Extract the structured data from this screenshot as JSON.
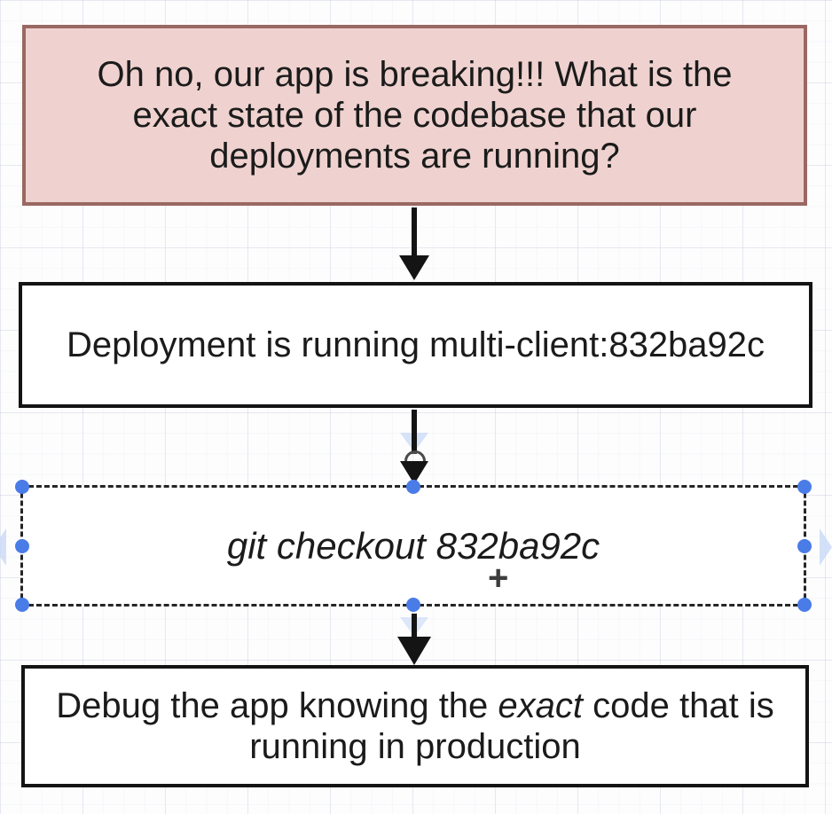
{
  "colors": {
    "canvas_background": "#fdfdfe",
    "question_fill": "#efd2cf",
    "question_stroke": "#9a6862",
    "node_fill": "#ffffff",
    "node_stroke": "#141414",
    "text": "#1b1b1b",
    "edge": "#141414",
    "selection_handle": "#4a7ce8",
    "direction_arrow": "#c8d8f6"
  },
  "nodes": {
    "question": {
      "lines": [
        "Oh no, our app is breaking!!! What is the",
        "exact state of the codebase that our",
        "deployments are running?"
      ]
    },
    "deployment": {
      "text": "Deployment is running multi-client:832ba92c"
    },
    "checkout": {
      "text": "git checkout 832ba92c",
      "selected": true
    },
    "debug": {
      "line1_pre": "Debug the app knowing the ",
      "line1_em": "exact",
      "line1_post": " code that is",
      "line2": "running in production"
    }
  },
  "icons": {
    "move_cursor": "+"
  }
}
